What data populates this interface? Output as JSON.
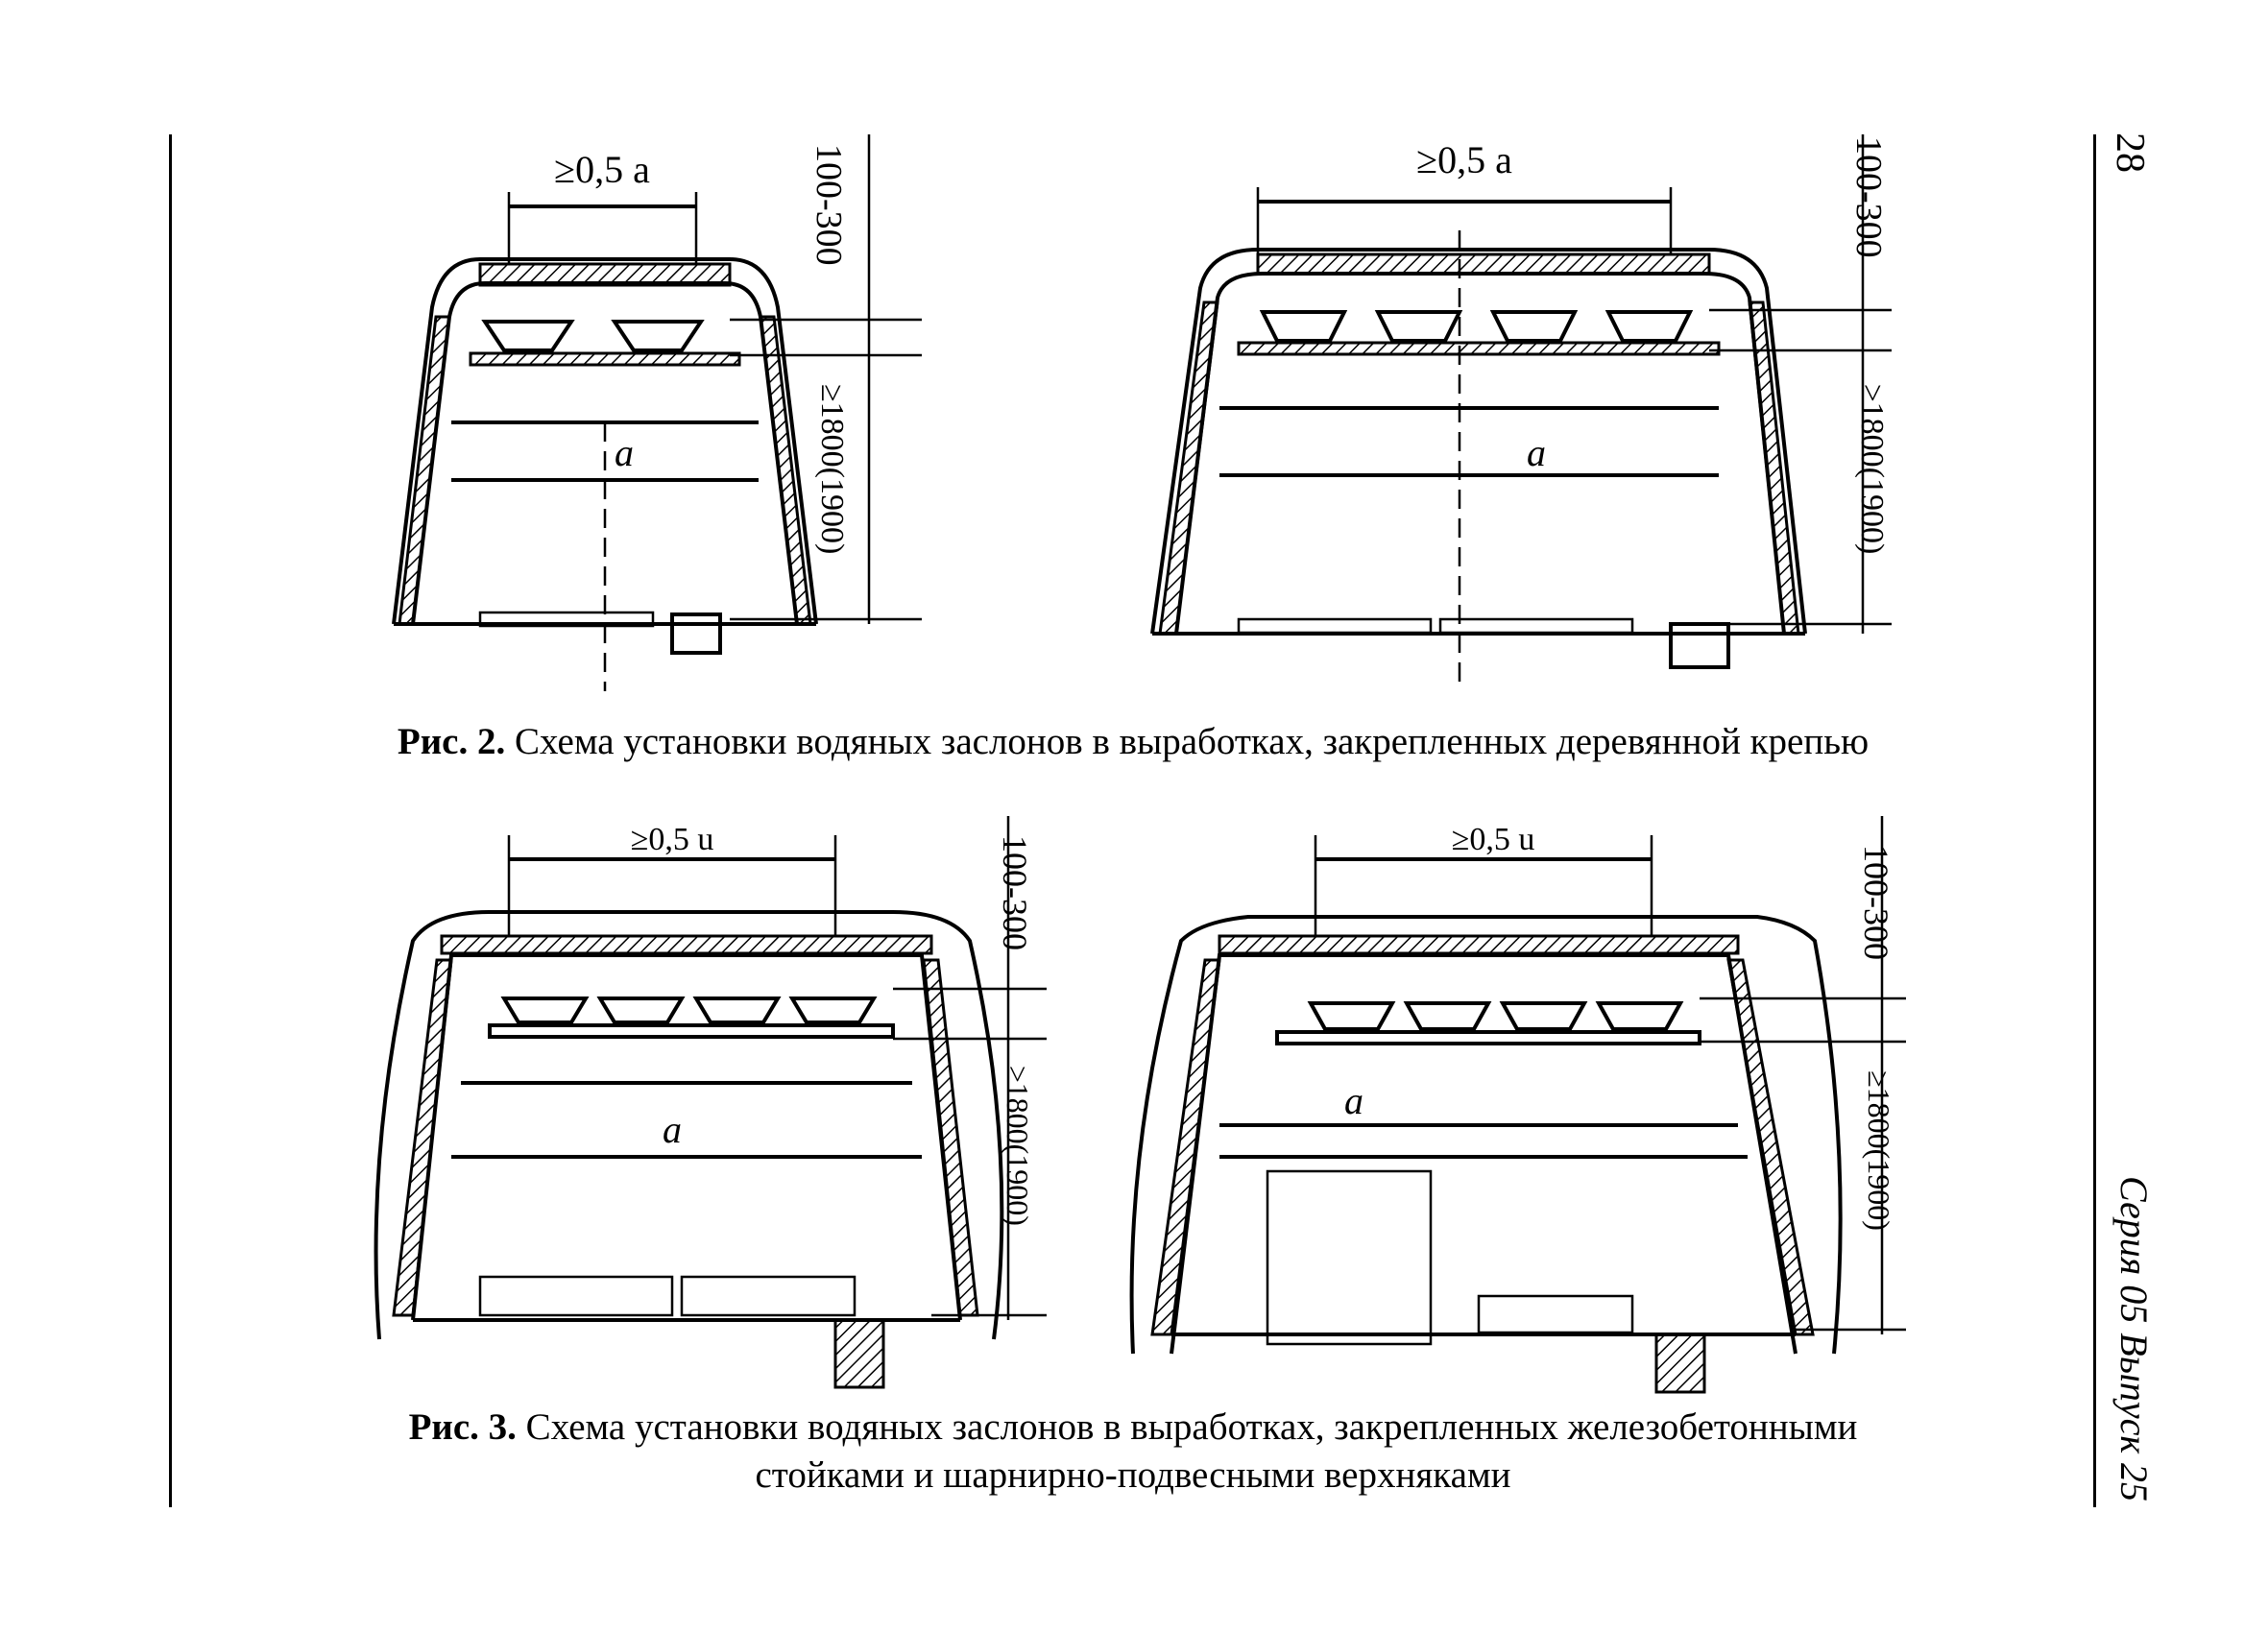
{
  "page_number": "28",
  "series_label": "Серия 05 Выпуск 25",
  "fig2": {
    "label": "Рис. 2.",
    "text": "Схема установки водяных заслонов в выработках, закрепленных деревянной крепью"
  },
  "fig3": {
    "label": "Рис. 3.",
    "text_line1": "Схема установки водяных заслонов в выработках, закрепленных железобетонными",
    "text_line2": "стойками и шарнирно-подвесными верхняками"
  },
  "dims": {
    "top_width": "≥0,5 a",
    "top_width_small": "≥0,5 u",
    "width": "a",
    "upper_gap": "100-300",
    "height": "≥1800(1900)"
  }
}
